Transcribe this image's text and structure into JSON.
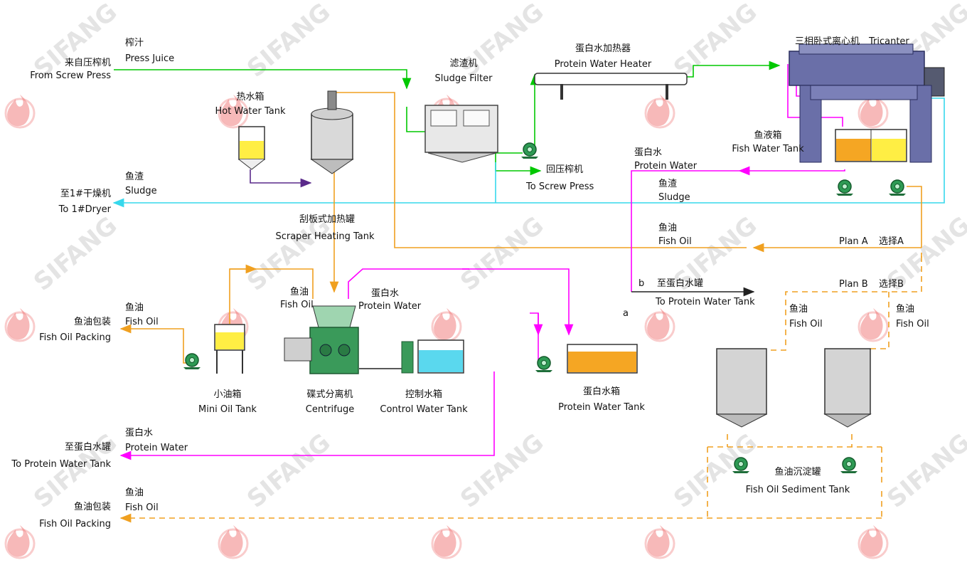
{
  "colors": {
    "green": "#00c800",
    "cyan": "#36d8ec",
    "orange": "#f0a020",
    "magenta": "#ff00ff",
    "purple": "#5a2a8a",
    "equipment_blue": "#6a6fa8",
    "tank_fill_yellow": "#ffee44",
    "tank_fill_orange": "#f5a623",
    "tank_fill_cyan": "#5ad8ee",
    "pump_green": "#2e9a54",
    "centrifuge_green": "#3a9a5a",
    "watermark_red": "#f08080"
  },
  "watermark": {
    "brand": "SIFANG",
    "icon": "flame-logo-icon"
  },
  "labels": {
    "from_screw_press_cn": "来自压榨机",
    "from_screw_press_en": "From Screw Press",
    "press_juice_cn": "榨汁",
    "press_juice_en": "Press Juice",
    "sludge_filter_cn": "滤渣机",
    "sludge_filter_en": "Sludge Filter",
    "heater_cn": "蛋白水加热器",
    "heater_en": "Protein Water Heater",
    "tricanter_cn": "三相卧式离心机",
    "tricanter_en": "Tricanter",
    "hot_water_cn": "热水箱",
    "hot_water_en": "Hot Water Tank",
    "fish_water_cn": "鱼液箱",
    "fish_water_en": "Fish Water Tank",
    "protein_water_top_cn": "蛋白水",
    "protein_water_top_en": "Protein Water",
    "to_screw_press_cn": "回压榨机",
    "to_screw_press_en": "To Screw Press",
    "to_dryer_cn": "至1#干燥机",
    "to_dryer_en": "To 1#Dryer",
    "sludge_left_cn": "鱼渣",
    "sludge_left_en": "Sludge",
    "sludge_right_cn": "鱼渣",
    "sludge_right_en": "Sludge",
    "scraper_cn": "刮板式加热罐",
    "scraper_en": "Scraper Heating Tank",
    "fish_oil_mid_cn": "鱼油",
    "fish_oil_mid_en": "Fish Oil",
    "plan_a_en": "Plan A",
    "plan_a_cn": "选择A",
    "plan_b_en": "Plan B",
    "plan_b_cn": "选择B",
    "to_pw_tank_cn": "至蛋白水罐",
    "to_pw_tank_en": "To Protein Water Tank",
    "marker_a": "a",
    "marker_b": "b",
    "fish_oil_out_cn": "鱼油",
    "fish_oil_out_en": "Fish Oil",
    "protein_water_out_cn": "蛋白水",
    "protein_water_out_en": "Protein Water",
    "fish_oil_pack1_cn": "鱼油包装",
    "fish_oil_pack1_en": "Fish Oil Packing",
    "fish_oil_left_cn": "鱼油",
    "fish_oil_left_en": "Fish Oil",
    "mini_oil_cn": "小油箱",
    "mini_oil_en": "Mini Oil Tank",
    "centrifuge_cn": "碟式分离机",
    "centrifuge_en": "Centrifuge",
    "control_water_cn": "控制水箱",
    "control_water_en": "Control Water Tank",
    "pw_tank_cn": "蛋白水箱",
    "pw_tank_en": "Protein Water Tank",
    "fo_sed1_cn": "鱼油",
    "fo_sed1_en": "Fish Oil",
    "fo_sed2_cn": "鱼油",
    "fo_sed2_en": "Fish Oil",
    "sediment_cn": "鱼油沉淀罐",
    "sediment_en": "Fish Oil Sediment Tank",
    "to_pw_tank2_cn": "至蛋白水罐",
    "to_pw_tank2_en": "To Protein Water Tank",
    "pw_bottom_cn": "蛋白水",
    "pw_bottom_en": "Protein Water",
    "fish_oil_pack2_cn": "鱼油包装",
    "fish_oil_pack2_en": "Fish Oil Packing",
    "fo_bottom_cn": "鱼油",
    "fo_bottom_en": "Fish Oil"
  }
}
